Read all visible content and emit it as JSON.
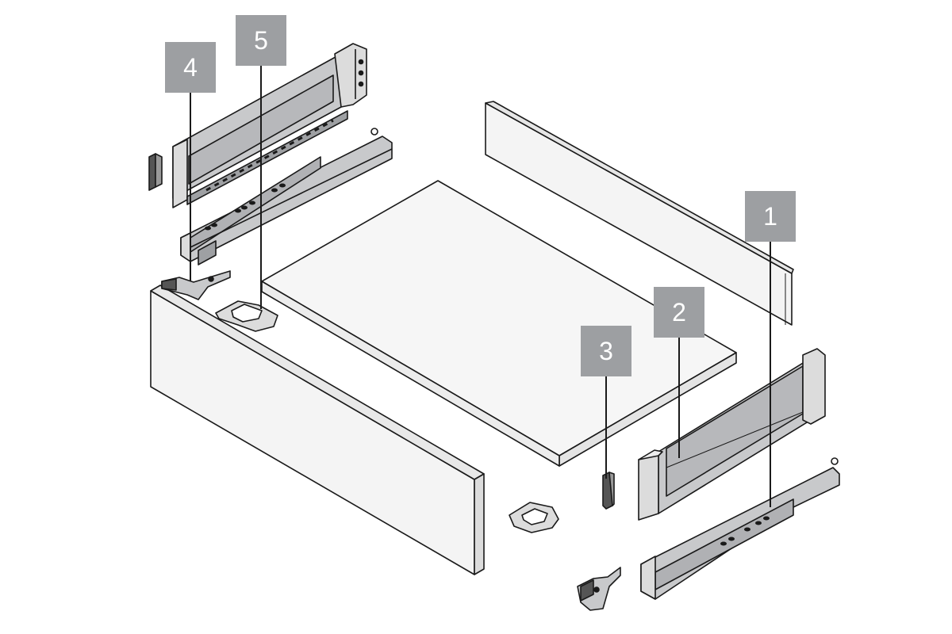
{
  "diagram": {
    "type": "exploded-assembly",
    "colors": {
      "callout_fill": "#9d9fa2",
      "callout_text": "#ffffff",
      "line": "#1a1a1a",
      "panel_fill": "#f2f2f2",
      "metal_fill": "#c8c9cb",
      "metal_dark": "#9ea0a3"
    },
    "callouts": [
      {
        "id": "1",
        "label": "1"
      },
      {
        "id": "2",
        "label": "2"
      },
      {
        "id": "3",
        "label": "3"
      },
      {
        "id": "4",
        "label": "4"
      },
      {
        "id": "5",
        "label": "5"
      }
    ]
  }
}
